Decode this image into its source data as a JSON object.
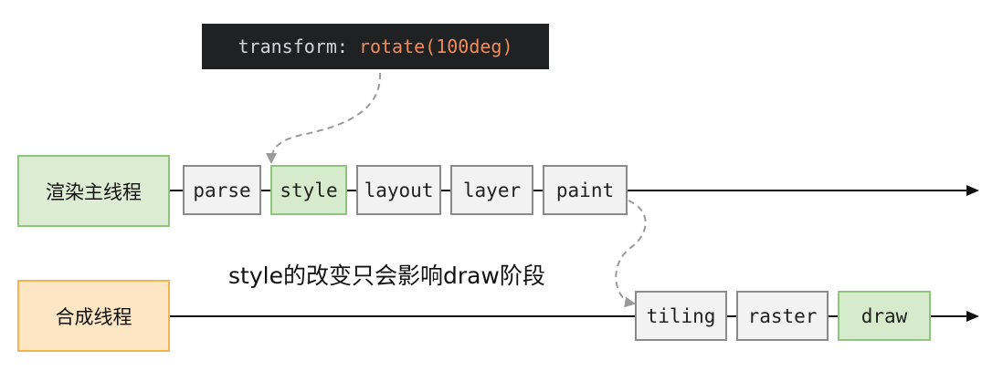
{
  "code": {
    "property": "transform: ",
    "value": "rotate(100deg)"
  },
  "threads": {
    "main": {
      "label": "渲染主线程"
    },
    "compositor": {
      "label": "合成线程"
    }
  },
  "main_stages": [
    {
      "label": "parse",
      "highlighted": false
    },
    {
      "label": "style",
      "highlighted": true
    },
    {
      "label": "layout",
      "highlighted": false
    },
    {
      "label": "layer",
      "highlighted": false
    },
    {
      "label": "paint",
      "highlighted": false
    }
  ],
  "compositor_stages": [
    {
      "label": "tiling",
      "highlighted": false
    },
    {
      "label": "raster",
      "highlighted": false
    },
    {
      "label": "draw",
      "highlighted": true
    }
  ],
  "caption": "style的改变只会影响draw阶段",
  "colors": {
    "highlight_fill": "#d5ebcc",
    "highlight_border": "#8fc47d",
    "main_thread_fill": "#dcedd4",
    "compositor_fill": "#fde6c4",
    "compositor_border": "#f3b44f",
    "code_bg": "#1f2123",
    "code_value": "#f08c5c"
  }
}
